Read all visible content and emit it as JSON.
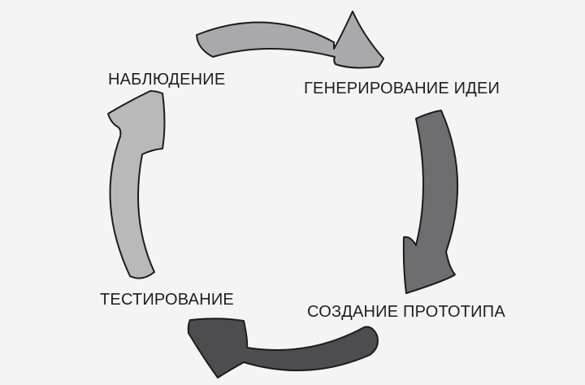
{
  "cycle": {
    "stages": [
      {
        "id": "observation",
        "label": "НАБЛЮДЕНИЕ",
        "arrow_color": "#b9b9b9"
      },
      {
        "id": "ideation",
        "label": "ГЕНЕРИРОВАНИЕ ИДЕИ",
        "arrow_color": "#a9a9ab"
      },
      {
        "id": "prototype",
        "label": "СОЗДАНИЕ ПРОТОТИПА",
        "arrow_color": "#6e6e70"
      },
      {
        "id": "testing",
        "label": "ТЕСТИРОВАНИЕ",
        "arrow_color": "#4d4d4f"
      }
    ],
    "direction": "clockwise",
    "outline_color": "#1c1c1c",
    "background_color": "#f4f4f4"
  }
}
